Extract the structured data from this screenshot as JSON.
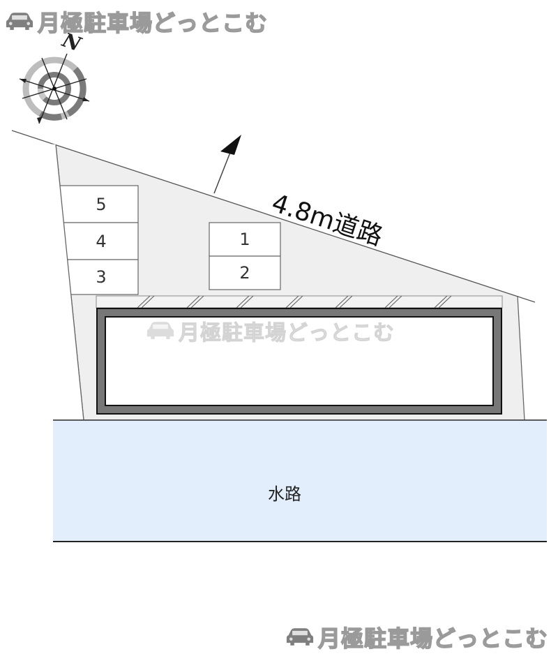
{
  "watermark": {
    "text": "月極駐車場どっとこむ",
    "icon": "car-icon"
  },
  "compass": {
    "north_label": "N",
    "icon": "compass-rose-icon"
  },
  "road": {
    "label": "4.8m道路",
    "entrance_arrow": "arrow-up-right-icon"
  },
  "parking_slots": [
    {
      "number": "5"
    },
    {
      "number": "4"
    },
    {
      "number": "3"
    },
    {
      "number": "1"
    },
    {
      "number": "2"
    }
  ],
  "waterway": {
    "label": "水路"
  },
  "colors": {
    "lot_fill": "#efefef",
    "slot_fill": "#ffffff",
    "building_border": "#777777",
    "waterway_fill": "#e3eefc",
    "line": "#555555"
  }
}
